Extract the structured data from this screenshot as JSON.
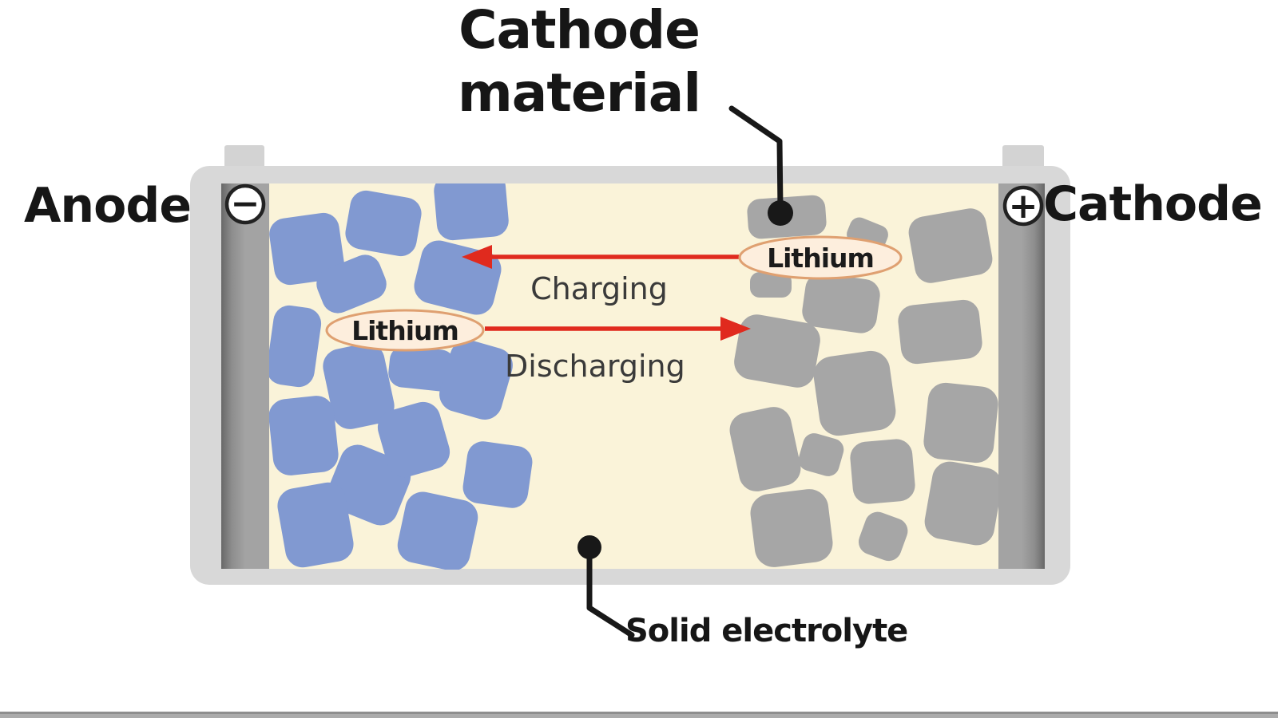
{
  "title": {
    "line1": "Cathode",
    "line2": "material"
  },
  "labels": {
    "anode": "Anode",
    "cathode": "Cathode",
    "charging": "Charging",
    "discharging": "Discharging",
    "lithium_left": "Lithium",
    "lithium_right": "Lithium",
    "solid_electrolyte": "Solid electrolyte"
  },
  "terminals": {
    "minus": "−",
    "plus": "+"
  },
  "colors": {
    "anode_particle": "#8199d1",
    "cathode_particle": "#a6a6a6",
    "electrolyte_fill": "#faf3d9",
    "battery_case": "#d8d8d8",
    "current_collector_light": "#a3a3a3",
    "current_collector_dark": "#6c6c6c",
    "arrow_red": "#e02a1e",
    "lithium_oval_fill": "#fdeedd",
    "lithium_oval_stroke": "#dfa071",
    "pointer_black": "#181818",
    "bottom_bar": "#ababab"
  }
}
